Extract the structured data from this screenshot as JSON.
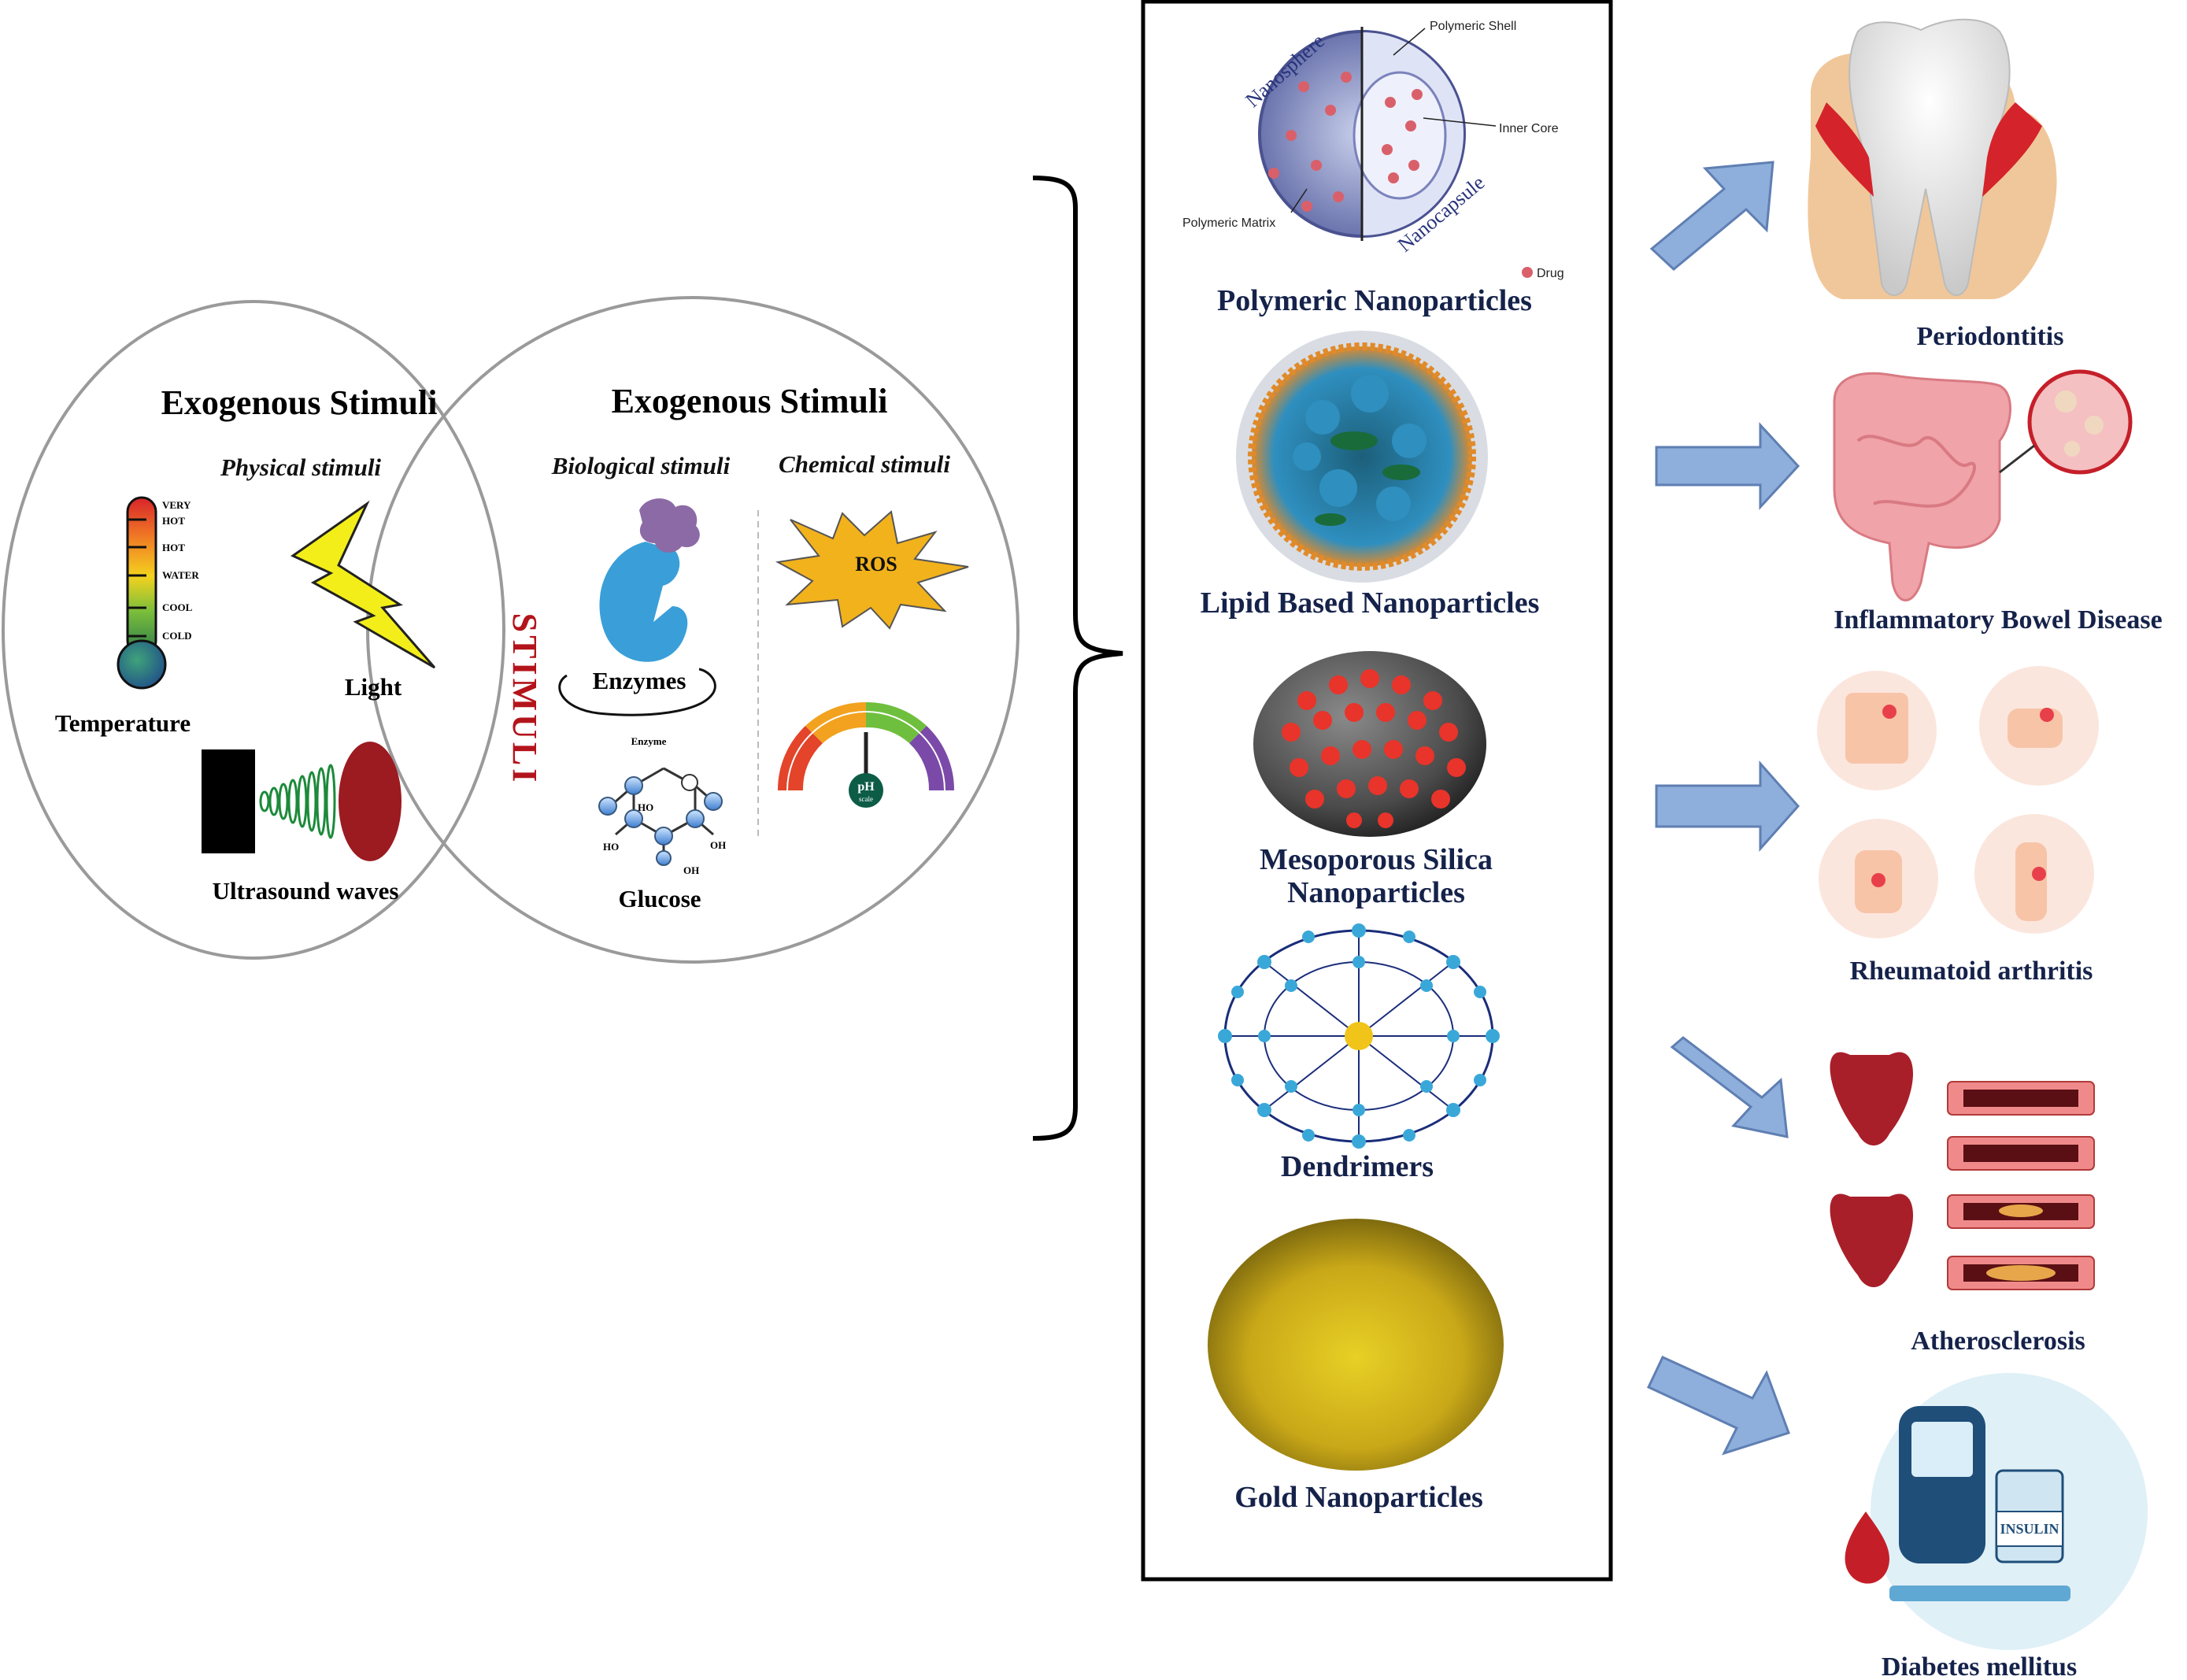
{
  "stimuli": {
    "left_title": "Exogenous Stimuli",
    "right_title": "Exogenous Stimuli",
    "center_label": "STIMULI",
    "physical_label": "Physical stimuli",
    "biological_label": "Biological stimuli",
    "chemical_label": "Chemical stimuli",
    "temperature": "Temperature",
    "thermo_ticks": [
      "VERY",
      "HOT",
      "HOT",
      "WATER",
      "COOL",
      "COLD"
    ],
    "light": "Light",
    "ultrasound": "Ultrasound waves",
    "enzymes": "Enzymes",
    "glucose": "Glucose",
    "glucose_enzyme": "Enzyme",
    "glucose_groups": [
      "HO",
      "HO",
      "OH",
      "OH"
    ],
    "ros": "ROS",
    "ph": "pH",
    "ph_sub": "scale"
  },
  "nanoparticles": {
    "polymeric_diagram": {
      "nanosphere": "Nanosphere",
      "nanocapsule": "Nanocapsule",
      "polymeric_shell": "Polymeric Shell",
      "inner_core": "Inner Core",
      "polymeric_matrix": "Polymeric Matrix",
      "drug": "Drug"
    },
    "items": [
      "Polymeric Nanoparticles",
      "Lipid Based Nanoparticles",
      "Mesoporous Silica",
      "Nanoparticles",
      "Dendrimers",
      "Gold Nanoparticles"
    ]
  },
  "diseases": [
    "Periodontitis",
    "Inflammatory Bowel Disease",
    "Rheumatoid arthritis",
    "Atherosclerosis",
    "Diabetes mellitus"
  ],
  "diabetes_insulin": "INSULIN",
  "colors": {
    "arrow_fill": "#8eaedc",
    "arrow_stroke": "#5f7fb3",
    "stimuli_red": "#b3141b",
    "np_title": "#15224a",
    "gold": "#c9a818",
    "ros_star": "#f2b21c"
  }
}
